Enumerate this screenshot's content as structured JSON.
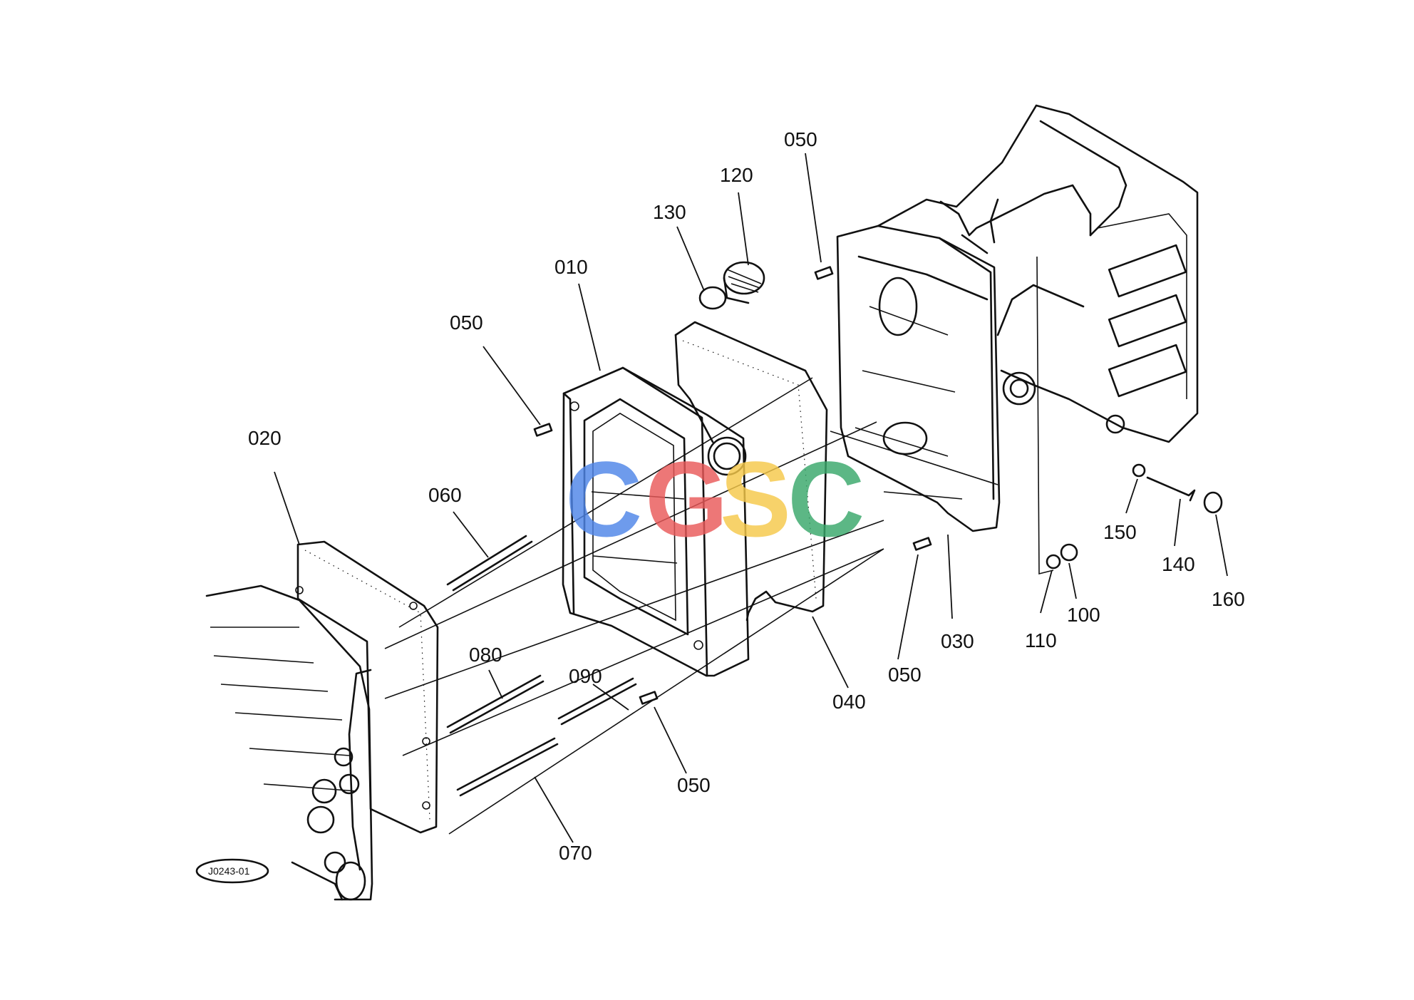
{
  "diagram": {
    "callouts": {
      "p050a": "050",
      "p120": "120",
      "p130": "130",
      "p010": "010",
      "p050b": "050",
      "p020": "020",
      "p060": "060",
      "p080": "080",
      "p090": "090",
      "p050c": "050",
      "p070": "070",
      "p040": "040",
      "p050d": "050",
      "p030": "030",
      "p110": "110",
      "p100": "100",
      "p150": "150",
      "p140": "140",
      "p160": "160"
    },
    "figure_id": "J0243-01",
    "watermark": {
      "letters": [
        "C",
        "G",
        "S",
        "C"
      ],
      "colors": [
        "#4f86e8",
        "#ea5a5a",
        "#f6c94a",
        "#39a86b"
      ]
    }
  }
}
